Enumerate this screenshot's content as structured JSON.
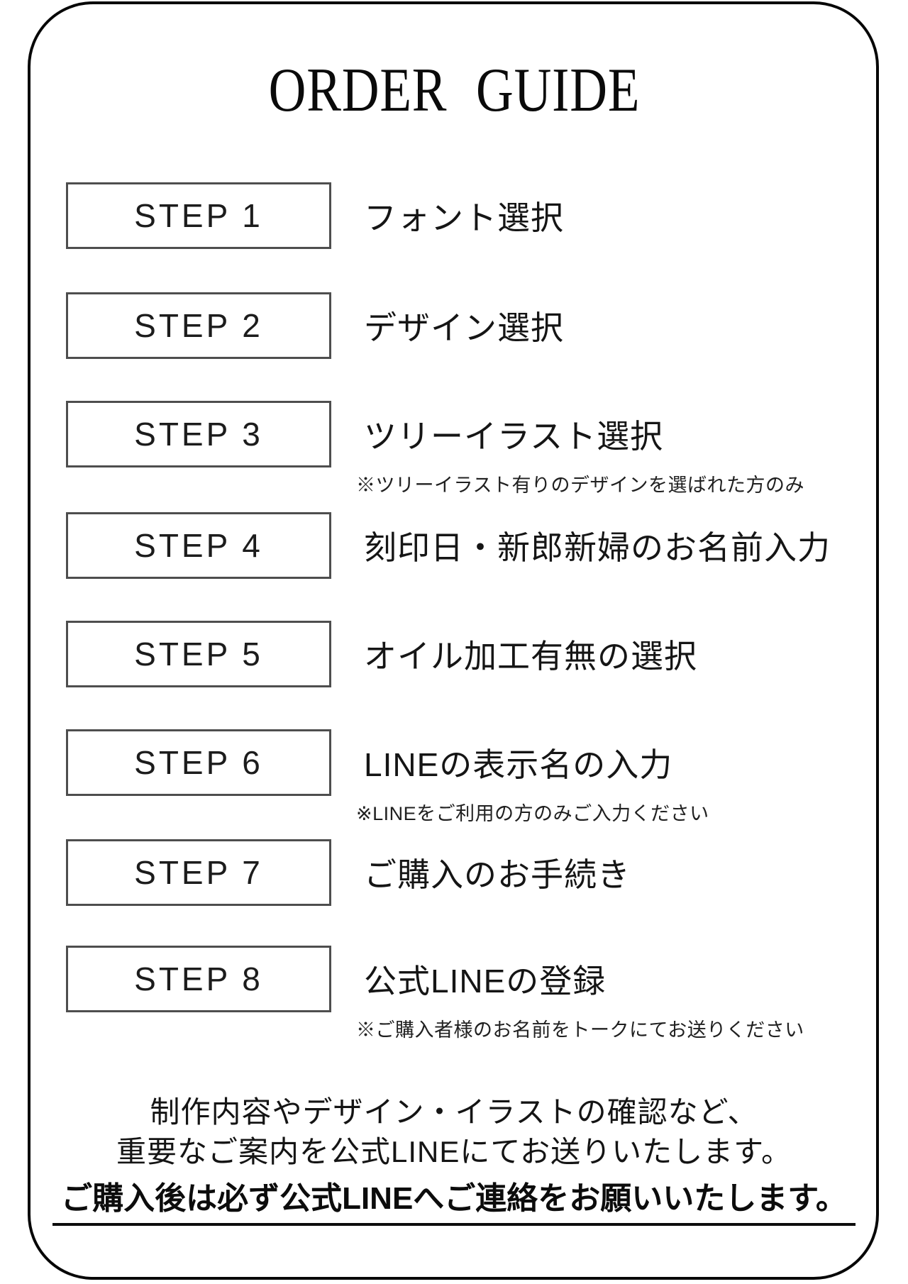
{
  "title": "ORDER GUIDE",
  "steps": [
    {
      "label": "STEP 1",
      "text": "フォント選択",
      "note": ""
    },
    {
      "label": "STEP 2",
      "text": "デザイン選択",
      "note": ""
    },
    {
      "label": "STEP 3",
      "text": "ツリーイラスト選択",
      "note": "※ツリーイラスト有りのデザインを選ばれた方のみ"
    },
    {
      "label": "STEP 4",
      "text": "刻印日・新郎新婦のお名前入力",
      "note": ""
    },
    {
      "label": "STEP 5",
      "text": "オイル加工有無の選択",
      "note": ""
    },
    {
      "label": "STEP 6",
      "text": "LINEの表示名の入力",
      "note": "※LINEをご利用の方のみご入力ください"
    },
    {
      "label": "STEP 7",
      "text": "ご購入のお手続き",
      "note": ""
    },
    {
      "label": "STEP 8",
      "text": "公式LINEの登録",
      "note": "※ご購入者様のお名前をトークにてお送りください"
    }
  ],
  "footer": {
    "line1": "制作内容やデザイン・イラストの確認など、",
    "line2": "重要なご案内を公式LINEにてお送りいたします。",
    "line3": "ご購入後は必ず公式LINEへご連絡をお願いいたします。"
  },
  "colors": {
    "outer_border": "#060606",
    "step_box_border": "#4e4e4e",
    "text": "#111111",
    "background": "#ffffff"
  }
}
